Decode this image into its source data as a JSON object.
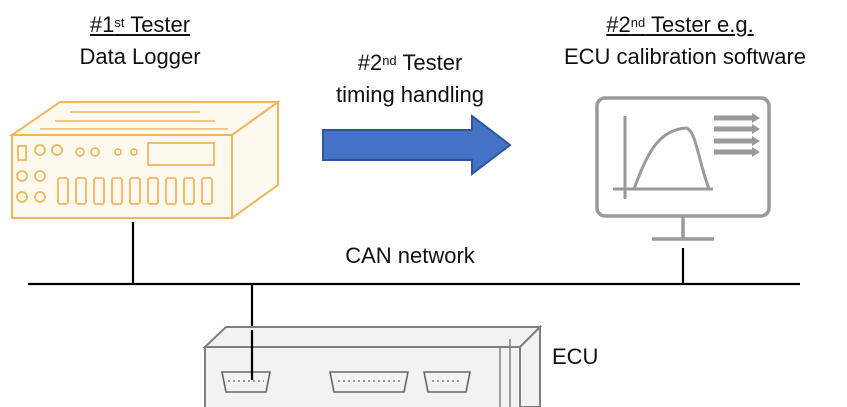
{
  "tester1": {
    "number": "#1",
    "sup": "st",
    "word": " Tester",
    "name": "Data Logger"
  },
  "arrow_text": {
    "number": "#2",
    "sup": "nd",
    "word": " Tester",
    "line2": "timing handling"
  },
  "tester2": {
    "number": "#2",
    "sup": "nd",
    "word": " Tester e.g.",
    "name": "ECU calibration software"
  },
  "network_label": "CAN network",
  "ecu_label": "ECU",
  "colors": {
    "logger": "#f2b65a",
    "logger_fill": "#fffaf0",
    "arrow": "#4472c4",
    "arrow_stroke": "#2f5597",
    "monitor": "#9a9a9a",
    "line": "#000000"
  },
  "icons": [
    "data-logger-icon",
    "arrow-right-icon",
    "monitor-chart-icon",
    "ecu-icon"
  ]
}
